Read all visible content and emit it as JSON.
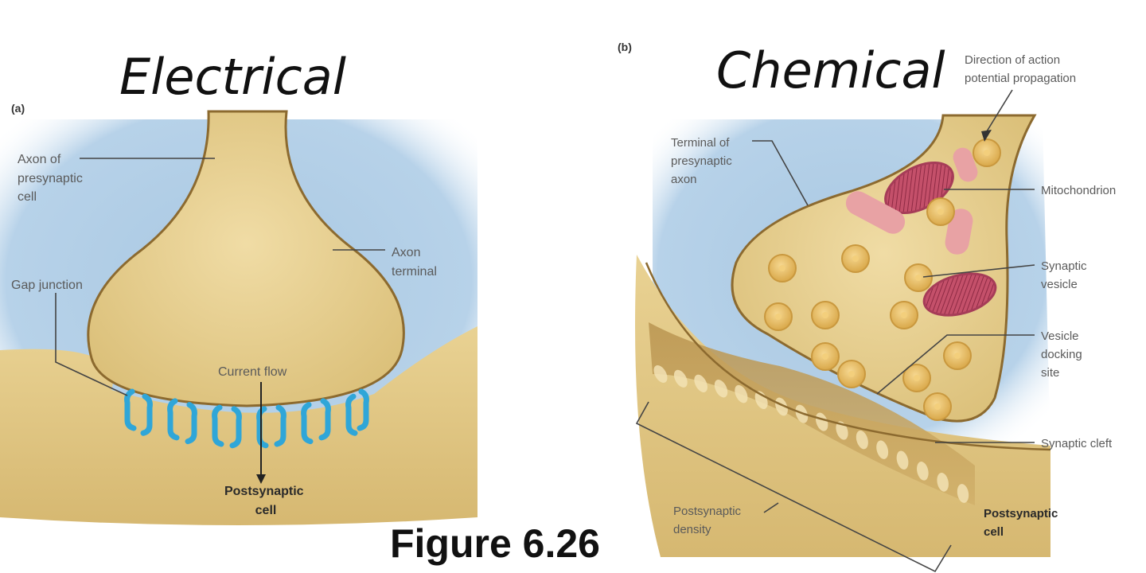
{
  "handwriting": {
    "left": "Electrical",
    "right": "Chemical"
  },
  "panels": {
    "a": "(a)",
    "b": "(b)"
  },
  "figure_caption": "Figure 6.26",
  "electrical": {
    "axon_presynaptic": [
      "Axon of",
      "presynaptic",
      "cell"
    ],
    "axon_terminal": [
      "Axon",
      "terminal"
    ],
    "gap_junction": "Gap junction",
    "current_flow": "Current flow",
    "postsynaptic": [
      "Postsynaptic",
      "cell"
    ]
  },
  "chemical": {
    "direction": [
      "Direction of action",
      "potential propagation"
    ],
    "terminal": [
      "Terminal of",
      "presynaptic",
      "axon"
    ],
    "mitochondrion": "Mitochondrion",
    "synaptic_vesicle": [
      "Synaptic",
      "vesicle"
    ],
    "vesicle_docking": [
      "Vesicle",
      "docking",
      "site"
    ],
    "synaptic_cleft": "Synaptic cleft",
    "postsynaptic_density": [
      "Postsynaptic",
      "density"
    ],
    "postsynaptic_cell": [
      "Postsynaptic",
      "cell"
    ]
  },
  "colors": {
    "cytoplasm": "#e7cf8c",
    "membrane": "#8c6a2f",
    "extracellular": "#a9c8e2",
    "gap_junction": "#2fa6d8",
    "mitochondrion": "#c4506a",
    "vesicle": "#e3b55a"
  }
}
